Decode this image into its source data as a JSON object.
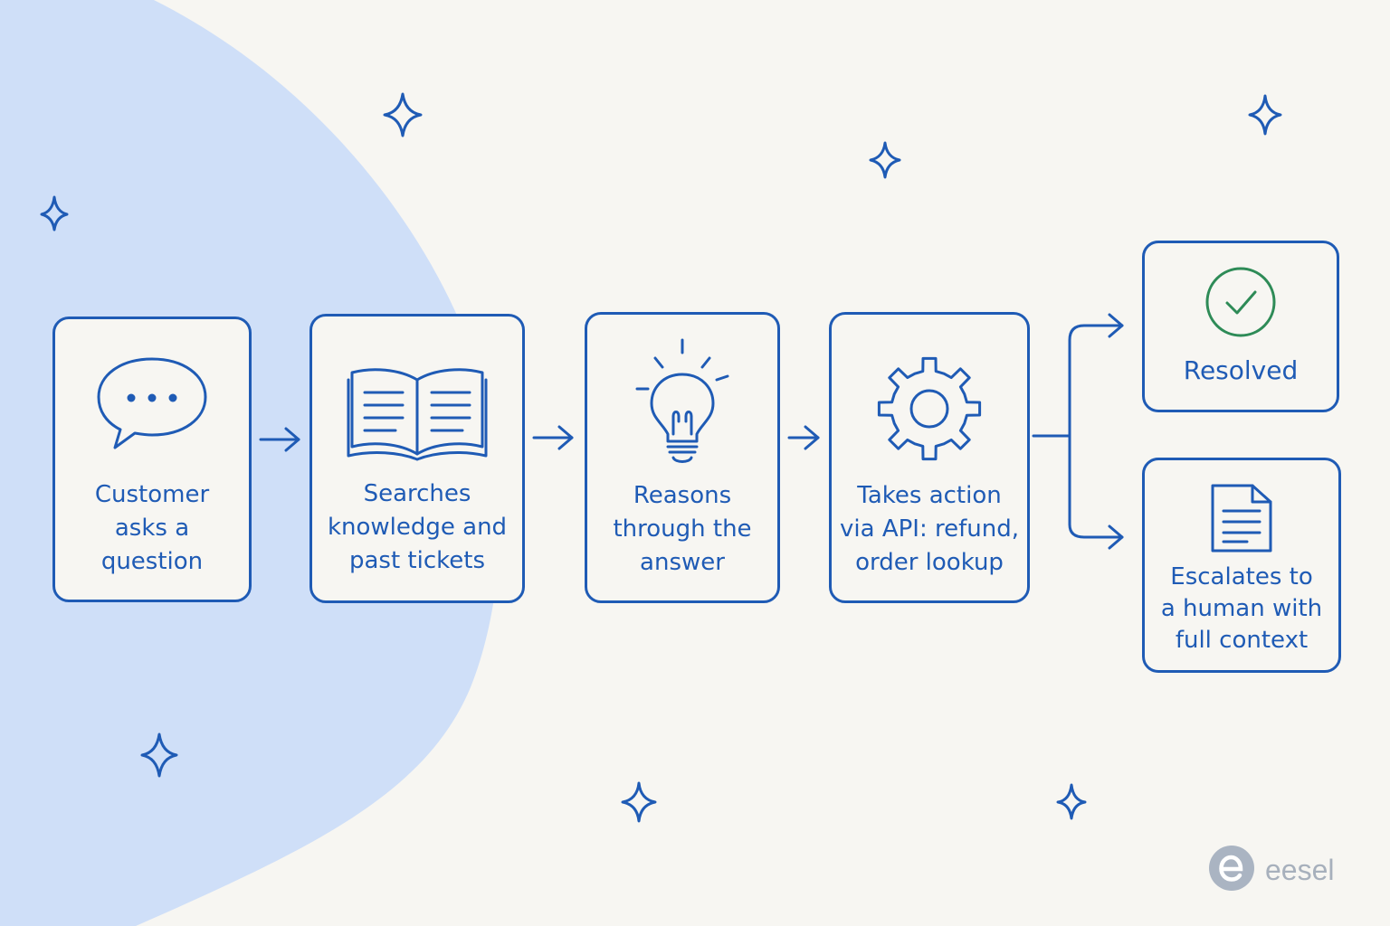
{
  "steps": [
    {
      "label": "Customer\nasks a\nquestion",
      "icon": "speech-bubble-icon"
    },
    {
      "label": "Searches\nknowledge and\npast tickets",
      "icon": "open-book-icon"
    },
    {
      "label": "Reasons\nthrough the\nanswer",
      "icon": "lightbulb-icon"
    },
    {
      "label": "Takes action\nvia API: refund,\norder lookup",
      "icon": "gear-icon"
    }
  ],
  "outcomes": [
    {
      "label": "Resolved",
      "icon": "check-circle-icon"
    },
    {
      "label": "Escalates to\na human with\nfull context",
      "icon": "document-icon"
    }
  ],
  "brand": {
    "name": "eesel",
    "icon": "eesel-logo-icon"
  },
  "colors": {
    "stroke": "#1f5bb5",
    "success": "#2e8b57",
    "blob": "#cfdff8",
    "background": "#f7f6f2",
    "brand": "#a7b0bc"
  }
}
